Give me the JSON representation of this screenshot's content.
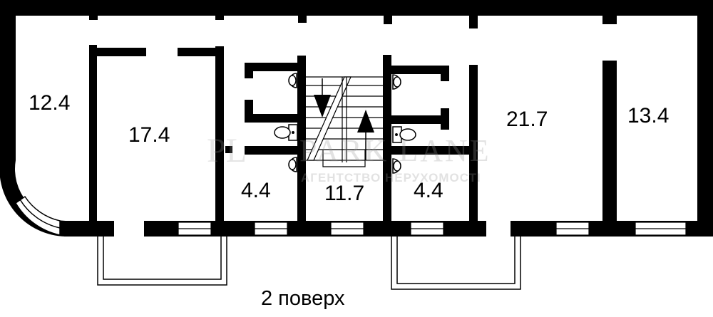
{
  "floor": {
    "label": "2 поверх"
  },
  "rooms": [
    {
      "id": "room-left-corner",
      "area": "12.4"
    },
    {
      "id": "room-left",
      "area": "17.4"
    },
    {
      "id": "bathroom-left",
      "area": "4.4"
    },
    {
      "id": "stairwell",
      "area": "11.7"
    },
    {
      "id": "bathroom-right",
      "area": "4.4"
    },
    {
      "id": "room-center-right",
      "area": "21.7"
    },
    {
      "id": "room-right",
      "area": "13.4"
    }
  ],
  "watermark": {
    "logo": "PL",
    "title": "PARK LANE",
    "subtitle": "АГЕНТСТВО НЕРУХОМОСТІ"
  },
  "colors": {
    "wall": "#000000",
    "background": "#ffffff",
    "watermark": "#969696"
  }
}
